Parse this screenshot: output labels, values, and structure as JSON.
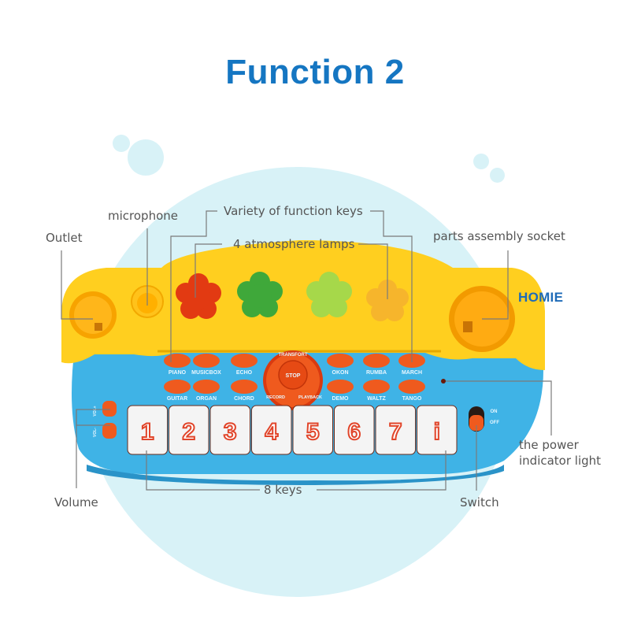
{
  "title": "Function 2",
  "labels": {
    "outlet": "Outlet",
    "microphone": "microphone",
    "function_keys": "Variety of function keys",
    "atmosphere_lamps": "4 atmosphere lamps",
    "parts_socket": "parts assembly socket",
    "power_light_line1": "the power",
    "power_light_line2": "indicator light",
    "volume": "Volume",
    "eight_keys": "8 keys",
    "switch": "Switch"
  },
  "brand": "HOMIE",
  "toy": {
    "colors": {
      "body": "#3fb3e6",
      "top": "#ffcf1f",
      "button": "#ef5a1e",
      "key": "#f4f4f4",
      "key_number": "#e1452a",
      "lamp_red": "#e23a12",
      "lamp_green": "#3fa83a",
      "lamp_lime": "#a6d84a",
      "lamp_orange": "#f6b52c"
    },
    "top_row_buttons": [
      "PIANO",
      "MUSICBOX",
      "ECHO",
      "OKON",
      "RUMBA",
      "MARCH"
    ],
    "bottom_row_buttons": [
      "GUITAR",
      "ORGAN",
      "CHORD",
      "DEMO",
      "WALTZ",
      "TANGO"
    ],
    "center_dial": {
      "top": "TRANSFORT",
      "center": "STOP",
      "left": "RECORD",
      "right": "PLAYBACK"
    },
    "volume_labels": [
      "VOL+",
      "VOL-"
    ],
    "switch_labels": {
      "on": "ON",
      "off": "OFF"
    },
    "keys": [
      "1",
      "2",
      "3",
      "4",
      "5",
      "6",
      "7",
      "i"
    ]
  }
}
